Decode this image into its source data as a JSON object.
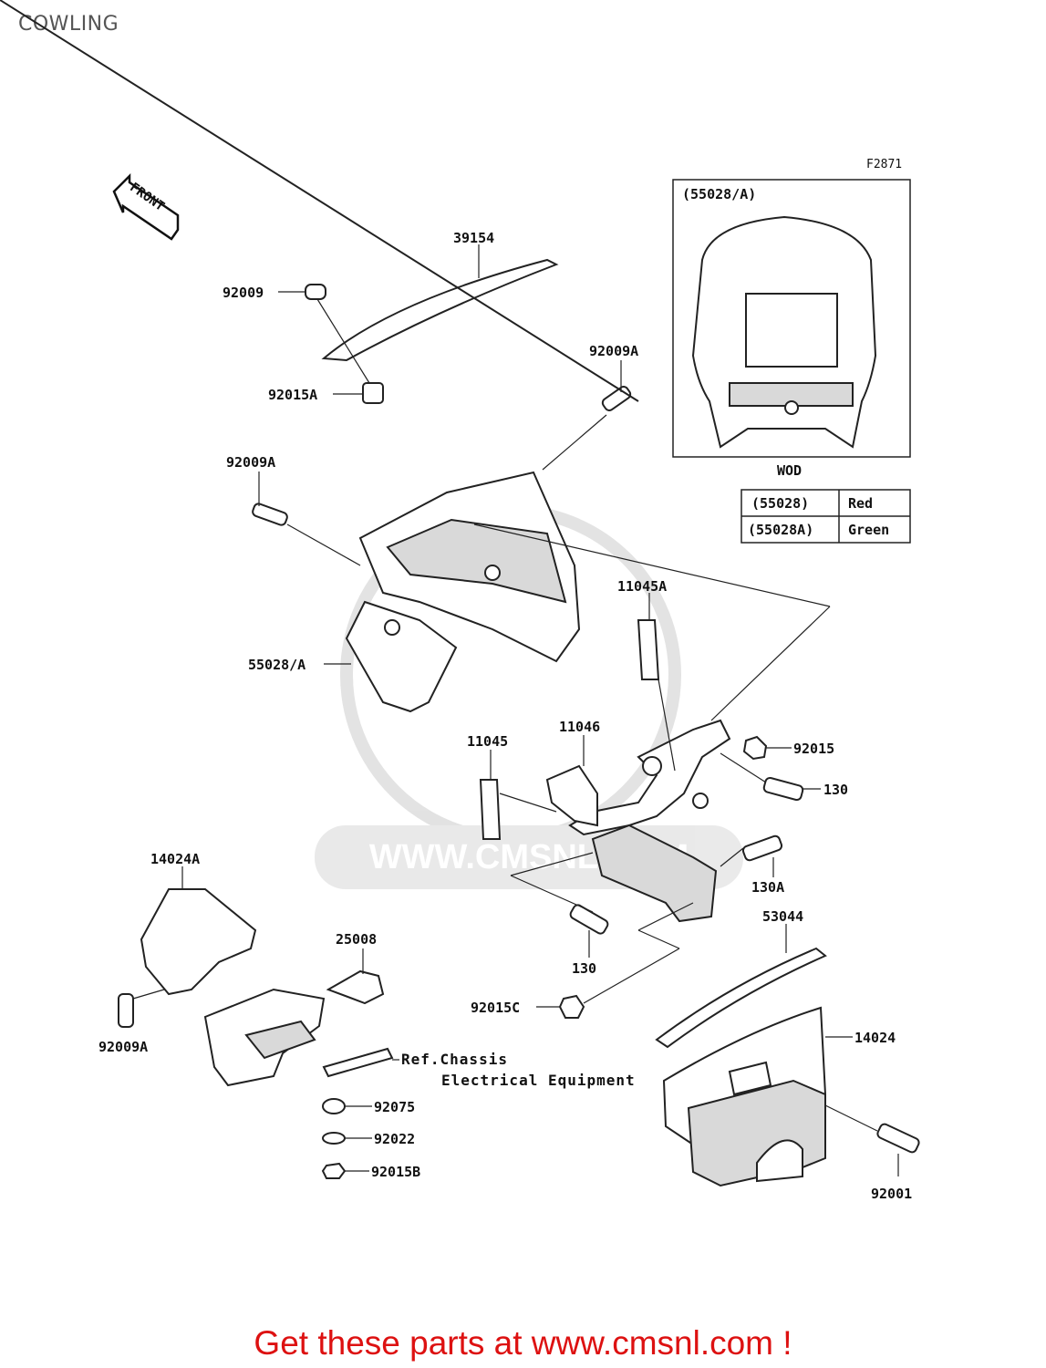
{
  "page_title": "COWLING",
  "figure_code": "F2871",
  "front_label": "FRONT",
  "watermark": "WWW.CMSNL.COM",
  "inset": {
    "title": "(55028/A)",
    "caption": "WOD",
    "color_table": [
      {
        "part": "(55028)",
        "color": "Red"
      },
      {
        "part": "(55028A)",
        "color": "Green"
      }
    ]
  },
  "part_labels": {
    "p39154": "39154",
    "p92009_top": "92009",
    "p92015A": "92015A",
    "p92009A_right": "92009A",
    "p92009A_left": "92009A",
    "p55028A": "55028/A",
    "p11045A": "11045A",
    "p11046": "11046",
    "p11045": "11045",
    "p92015": "92015",
    "p130_upper": "130",
    "p130A": "130A",
    "p130_lower": "130",
    "p14024A": "14024A",
    "p25008": "25008",
    "p53044": "53044",
    "p92009A_bottom": "92009A",
    "p92015C": "92015C",
    "p14024": "14024",
    "p92075": "92075",
    "p92022": "92022",
    "p92015B": "92015B",
    "p92001": "92001"
  },
  "reference_note": {
    "line1": "Ref.Chassis",
    "line2": "Electrical Equipment"
  },
  "footer_text": "Get these parts at www.cmsnl.com !",
  "colors": {
    "footer": "#dd1111",
    "title": "#555555",
    "line": "#222222"
  }
}
